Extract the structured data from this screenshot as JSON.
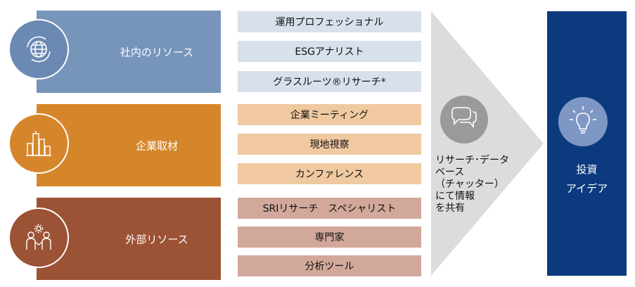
{
  "sources": {
    "internal": {
      "label": "社内のリソース",
      "icon": "globe-icon"
    },
    "visits": {
      "label": "企業取材",
      "icon": "city-buildings-icon"
    },
    "external": {
      "label": "外部リソース",
      "icon": "people-gear-icon"
    }
  },
  "items": {
    "internal": [
      "運用プロフェッショナル",
      "ESGアナリスト",
      "グラスルーツ®リサーチ*"
    ],
    "visits": [
      "企業ミーティング",
      "現地視察",
      "カンファレンス"
    ],
    "external": [
      "SRIリサーチ　スペシャリスト",
      "専門家",
      "分析ツール"
    ]
  },
  "share": {
    "icon": "chat-bubbles-icon",
    "lines": [
      "リサーチ･データ",
      "ベース",
      "（チャッター）",
      "にて情報",
      "を共有"
    ]
  },
  "outcome": {
    "icon": "lightbulb-icon",
    "lines": [
      "投資",
      "アイデア"
    ]
  },
  "colors": {
    "internal": "#7794bb",
    "visits": "#d6862a",
    "external": "#9c5234",
    "chevron": "#dcdcdc",
    "outcome": "#0c3a7e"
  }
}
